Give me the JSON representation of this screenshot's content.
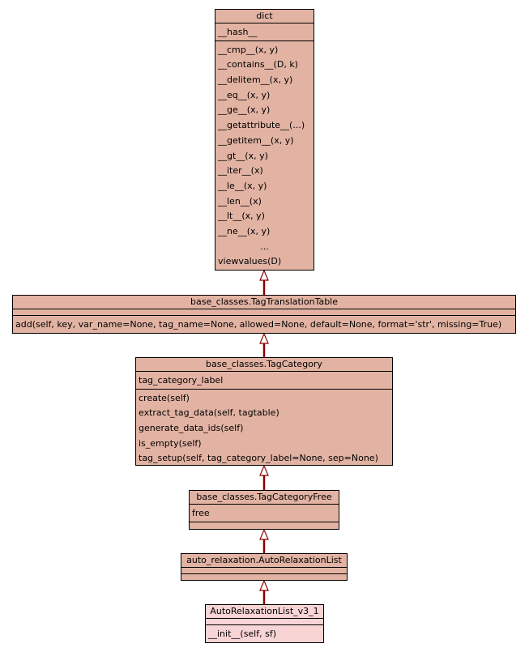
{
  "classes": {
    "dict": {
      "name": "dict",
      "attributes": [
        "__hash__"
      ],
      "methods": [
        "__cmp__(x, y)",
        "__contains__(D, k)",
        "__delitem__(x, y)",
        "__eq__(x, y)",
        "__ge__(x, y)",
        "__getattribute__(...)",
        "__getitem__(x, y)",
        "__gt__(x, y)",
        "__iter__(x)",
        "__le__(x, y)",
        "__len__(x)",
        "__lt__(x, y)",
        "__ne__(x, y)",
        "...",
        "viewvalues(D)"
      ]
    },
    "tag_translation_table": {
      "name": "base_classes.TagTranslationTable",
      "attributes": [],
      "methods": [
        "add(self, key, var_name=None, tag_name=None, allowed=None, default=None, format='str', missing=True)"
      ]
    },
    "tag_category": {
      "name": "base_classes.TagCategory",
      "attributes": [
        "tag_category_label"
      ],
      "methods": [
        "create(self)",
        "extract_tag_data(self, tagtable)",
        "generate_data_ids(self)",
        "is_empty(self)",
        "tag_setup(self, tag_category_label=None, sep=None)"
      ]
    },
    "tag_category_free": {
      "name": "base_classes.TagCategoryFree",
      "attributes": [
        "free"
      ],
      "methods": []
    },
    "auto_relaxation_list": {
      "name": "auto_relaxation.AutoRelaxationList",
      "attributes": [],
      "methods": []
    },
    "auto_relaxation_list_v3_1": {
      "name": "AutoRelaxationList_v3_1",
      "attributes": [],
      "methods": [
        "__init__(self, sf)"
      ]
    }
  },
  "colors": {
    "class_fill": "#e2b3a3",
    "leaf_fill": "#f8d4d4",
    "border": "#000000",
    "connector": "#8b0000"
  }
}
